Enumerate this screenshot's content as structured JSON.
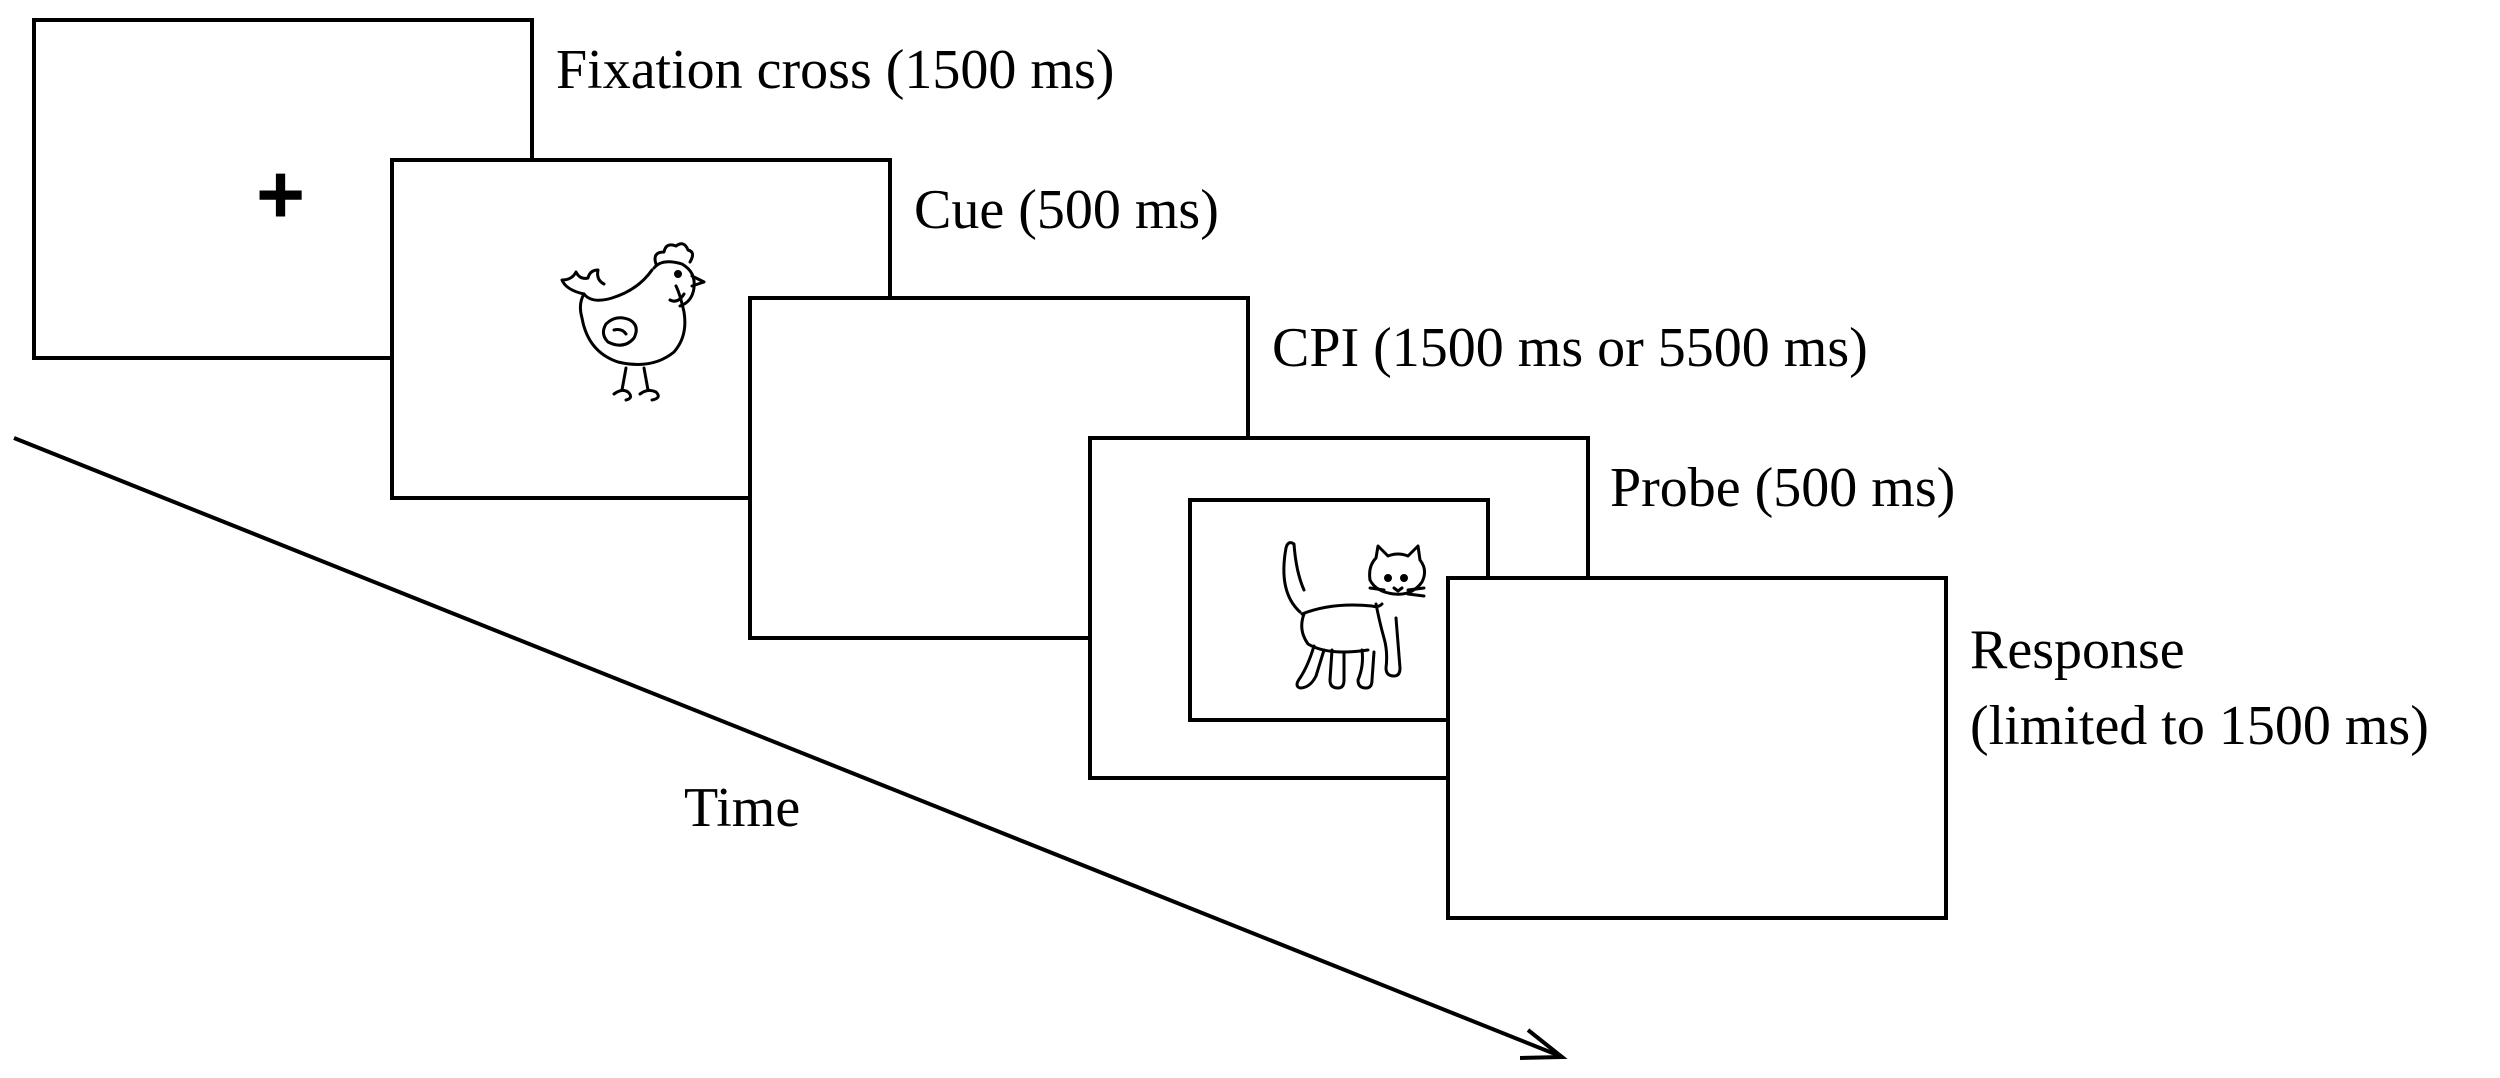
{
  "steps": [
    {
      "label": "Fixation cross (1500 ms)",
      "content": "+"
    },
    {
      "label": "Cue (500 ms)",
      "content": "hen picture"
    },
    {
      "label": "CPI (1500 ms or 5500 ms)"
    },
    {
      "label": "Probe (500 ms)",
      "content": "cat picture"
    },
    {
      "label_line1": "Response",
      "label_line2": "(limited to 1500 ms)"
    }
  ],
  "time_label": "Time",
  "fixation_symbol": "+",
  "icons": {
    "cue": "hen-icon",
    "probe": "cat-icon"
  }
}
